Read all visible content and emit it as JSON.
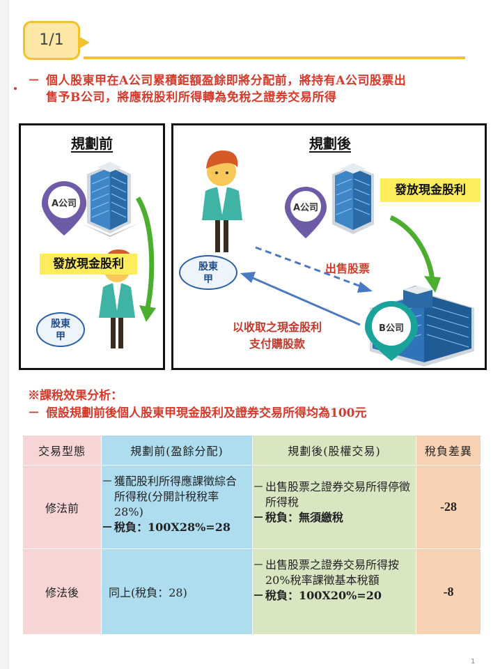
{
  "header": {
    "page_indicator": "1/1"
  },
  "intro": {
    "bullet": "－",
    "line1": "個人股東甲在A公司累積鉅額盈餘即將分配前，將持有A公司股票出",
    "line2": "售予B公司，將應稅股利所得轉為免稅之證券交易所得"
  },
  "diagram_before": {
    "title": "規劃前",
    "company_label": "A公司",
    "dividend_label": "發放現金股利",
    "holder_label": "股東甲"
  },
  "diagram_after": {
    "title": "規劃後",
    "company_a_label": "A公司",
    "company_b_label": "B公司",
    "dividend_label": "發放現金股利",
    "holder_label": "股東甲",
    "sell_label": "出售股票",
    "pay_line1": "以收取之現金股利",
    "pay_line2": "支付購股款"
  },
  "analysis": {
    "heading": "※課稅效果分析：",
    "bullet": "－",
    "assumption": "假設規劃前後個人股東甲現金股利及證券交易所得均為100元"
  },
  "table": {
    "headers": [
      "交易型態",
      "規劃前(盈餘分配)",
      "規劃後(股權交易)",
      "稅負差異"
    ],
    "rows": [
      {
        "type": "修法前",
        "before_text": "獲配股利所得應課徵綜合所得稅(分開計稅稅率28%)",
        "before_tax": "稅負：100X28%=28",
        "after_text": "出售股票之證券交易所得停徵所得稅",
        "after_tax": "稅負：無須繳稅",
        "diff": "-28"
      },
      {
        "type": "修法後",
        "before_text": "同上(稅負：28)",
        "after_text": "出售股票之證券交易所得按20%稅率課徵基本稅額",
        "after_tax": "稅負：100X20%=20",
        "diff": "-8"
      }
    ],
    "bullet": "－"
  },
  "footer": {
    "page_number": "1"
  },
  "colors": {
    "accent_yellow": "#f2c12e",
    "intro_red": "#d53a2a",
    "label_yellow": "#fdec5c",
    "arrow_green": "#4cae2f",
    "arrow_blue": "#4a78c2",
    "pin_purple": "#6d5ba8",
    "pin_teal": "#19a39a",
    "header_pink": "#f8d5d5",
    "before_blue": "#aeddef",
    "after_green": "#d8e6c2",
    "diff_orange": "#f9d2b4"
  },
  "icons": [
    "office-building-icon",
    "location-pin-icon",
    "person-icon",
    "curved-arrow-icon",
    "straight-arrow-icon"
  ]
}
